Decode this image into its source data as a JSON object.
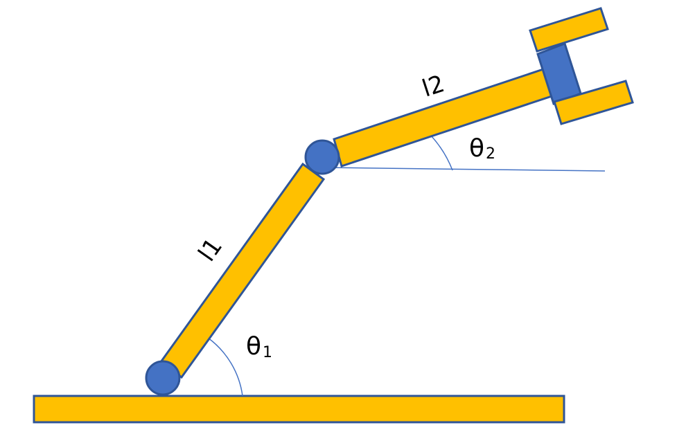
{
  "colors": {
    "link_fill": "#ffc000",
    "outline": "#2f5597",
    "joint_fill": "#4472c4",
    "angle_line": "#4472c4"
  },
  "labels": {
    "link1": "l1",
    "link2": "l2",
    "theta1_symbol": "θ",
    "theta1_sub": "1",
    "theta2_symbol": "θ",
    "theta2_sub": "2"
  }
}
